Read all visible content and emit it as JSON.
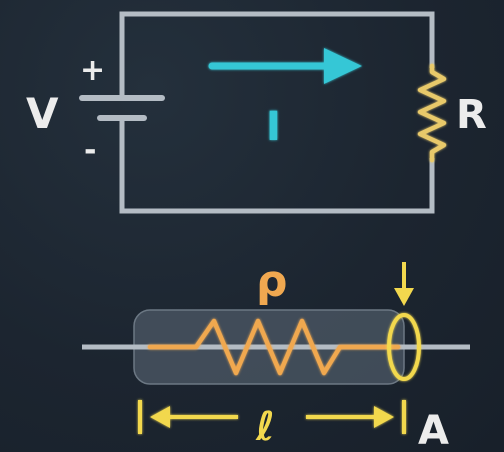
{
  "labels": {
    "voltage": "V",
    "plus": "+",
    "minus": "-",
    "current": "I",
    "resistor": "R",
    "resistivity": "ρ",
    "length": "ℓ",
    "area": "A"
  },
  "colors": {
    "background": "#1c2530",
    "wire": "#b4bcc4",
    "resistor": "#e8c96a",
    "current": "#35c7d6",
    "resistivity": "#f0a850",
    "cross_section": "#f2d84e",
    "length_marker": "#f2d84e",
    "text": "#e8e8e8",
    "conductor_body": "#4a5663"
  }
}
